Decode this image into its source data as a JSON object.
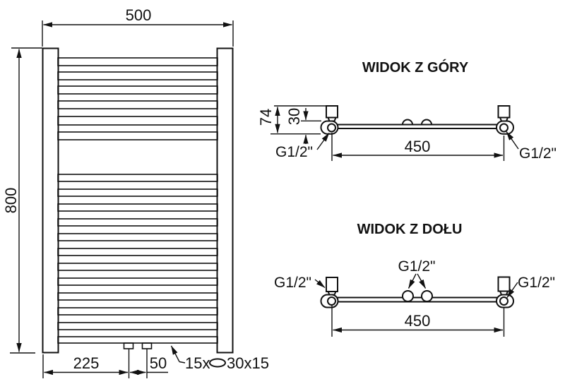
{
  "front_view": {
    "width": "500",
    "height": "800",
    "spacing_left": "225",
    "spacing_right": "50",
    "note_prefix": "15x",
    "note_suffix": "30x15"
  },
  "top_view": {
    "title": "WIDOK Z GÓRY",
    "dim_depth": "74",
    "dim_offset": "30",
    "dim_span": "450",
    "thread_left": "G1/2\"",
    "thread_right": "G1/2\""
  },
  "bottom_view": {
    "title": "WIDOK Z DOŁU",
    "dim_span": "450",
    "thread_left": "G1/2\"",
    "thread_center": "G1/2\"",
    "thread_right": "G1/2\""
  },
  "colors": {
    "line": "#111111",
    "background": "#ffffff"
  }
}
